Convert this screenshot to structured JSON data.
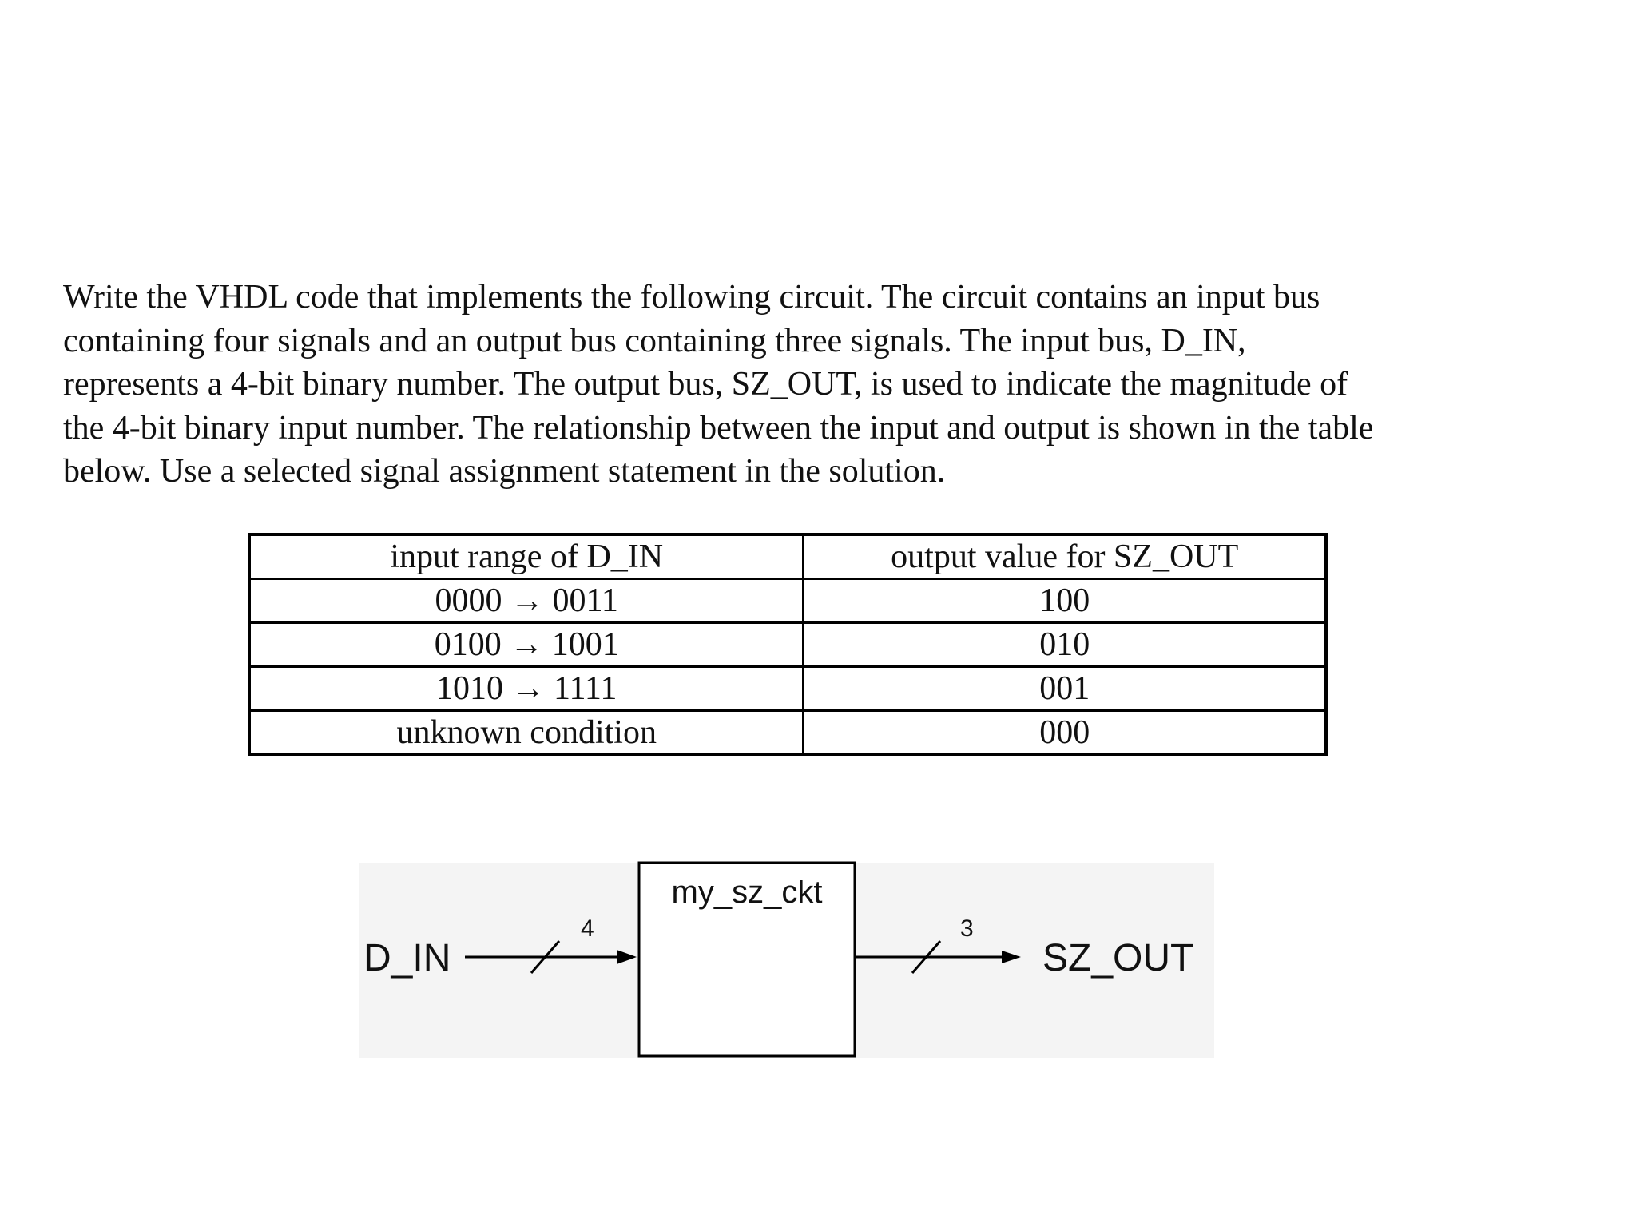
{
  "problem": {
    "lines": [
      "Write the VHDL code that implements the following circuit. The circuit contains an input bus",
      "containing four signals and an output bus containing three signals. The input bus, D_IN,",
      "represents a 4-bit binary number. The output bus, SZ_OUT, is used to indicate the magnitude of",
      "the 4-bit binary input number. The relationship between the input and output is shown in the table",
      "below. Use a selected signal assignment statement in the solution."
    ]
  },
  "table": {
    "headers": [
      "input range of D_IN",
      "output value for SZ_OUT"
    ],
    "rows": [
      [
        "0000 → 0011",
        "100"
      ],
      [
        "0100 → 1001",
        "010"
      ],
      [
        "1010 → 1111",
        "001"
      ],
      [
        "unknown condition",
        "000"
      ]
    ]
  },
  "diagram": {
    "input_label": "D_IN",
    "input_width": "4",
    "block_label": "my_sz_ckt",
    "output_width": "3",
    "output_label": "SZ_OUT"
  }
}
